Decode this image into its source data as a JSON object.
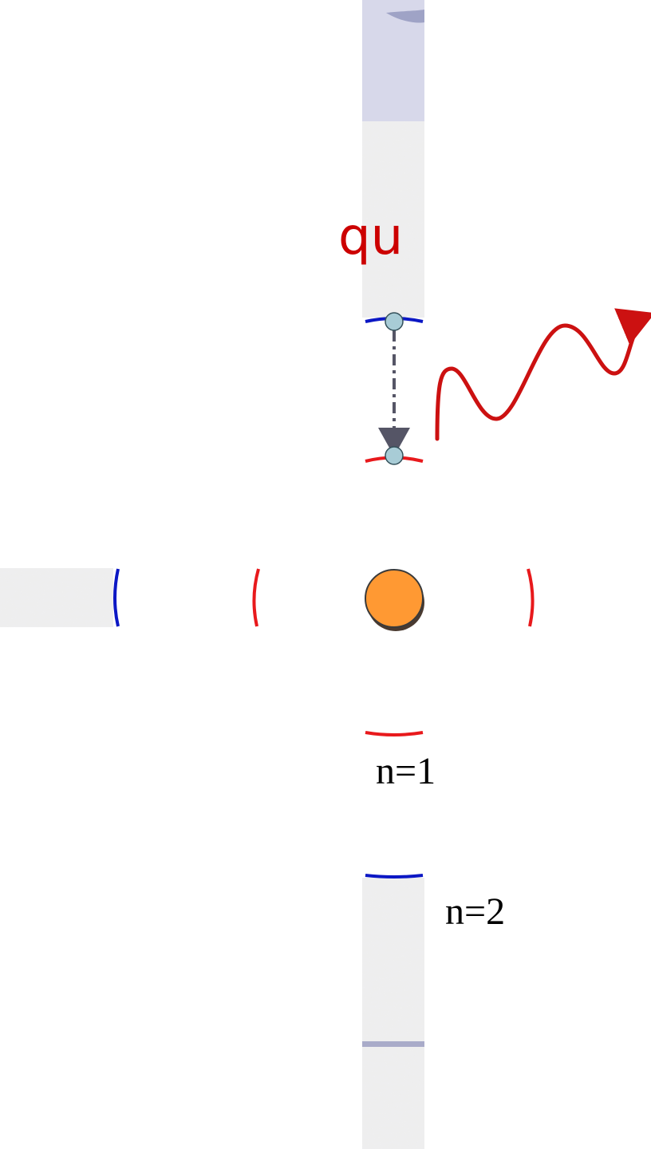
{
  "fragment_text": "qu",
  "level_labels": {
    "n1": "n=1",
    "n2": "n=2"
  },
  "colors": {
    "orbit_n1": "#e8191c",
    "orbit_n2": "#0b17c4",
    "photon": "#cc1111",
    "nucleus": "#ff9933",
    "electron": "#a8ccd6",
    "transition_arrow": "#555566",
    "fragment_text": "#cc0000"
  }
}
